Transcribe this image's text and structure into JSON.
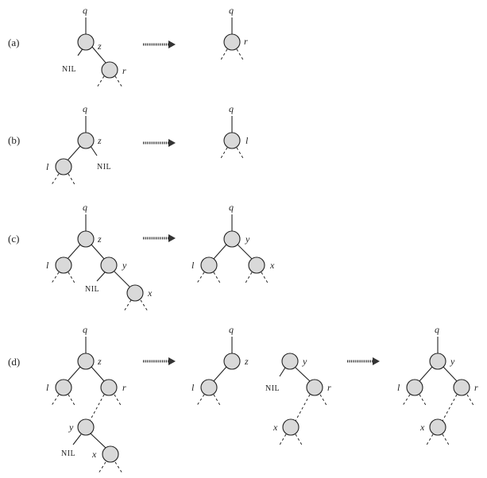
{
  "cases": [
    {
      "id": "a",
      "label": "(a)"
    },
    {
      "id": "b",
      "label": "(b)"
    },
    {
      "id": "c",
      "label": "(c)"
    },
    {
      "id": "d",
      "label": "(d)"
    }
  ],
  "labels": {
    "q": "q",
    "z": "z",
    "r": "r",
    "l": "l",
    "y": "y",
    "x": "x",
    "nil": "NIL"
  }
}
